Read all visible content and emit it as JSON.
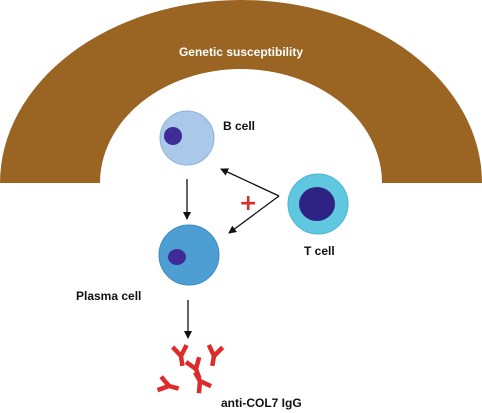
{
  "diagram": {
    "arc_label": "Genetic susceptibility",
    "b_cell_label": "B cell",
    "t_cell_label": "T cell",
    "plasma_cell_label": "Plasma cell",
    "antibody_label": "anti-COL7 IgG",
    "help_symbol": "+",
    "colors": {
      "arc": "#9a6423",
      "b_cell_body": "#a9c8ea",
      "b_cell_edge": "#8fb3d9",
      "nucleus": "#3f2a96",
      "t_cell_body": "#5fc7df",
      "t_cell_nucleus": "#2e2283",
      "plasma_cell_body": "#4d9fd3",
      "plasma_cell_edge": "#3f8cc0",
      "antibody": "#dd2b2b",
      "plus": "#dd2b2b",
      "arrow": "#111111"
    }
  }
}
